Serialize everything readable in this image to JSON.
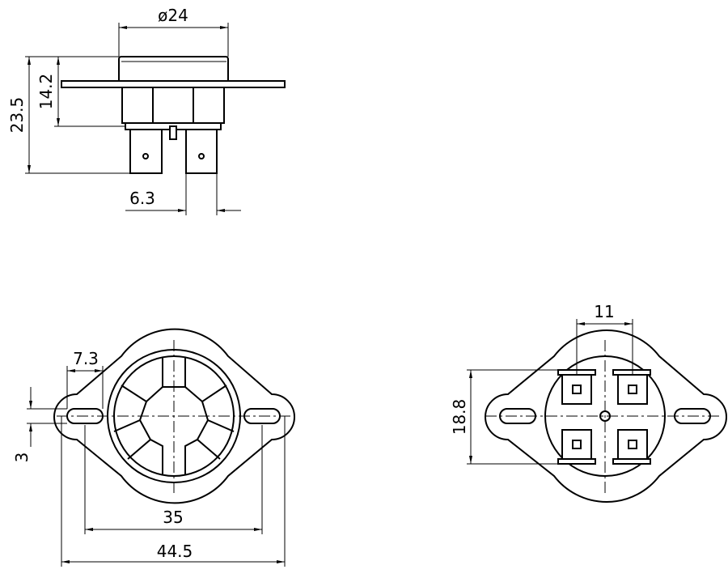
{
  "dimensions": {
    "side_view": {
      "diameter": "ø24",
      "total_height": "23.5",
      "body_height": "14.2",
      "terminal_width": "6.3"
    },
    "top_view": {
      "slot_length": "7.3",
      "slot_width": "3",
      "hole_spacing": "35",
      "overall_length": "44.5"
    },
    "bottom_view": {
      "terminal_spacing": "11",
      "terminal_span": "18.8"
    }
  }
}
